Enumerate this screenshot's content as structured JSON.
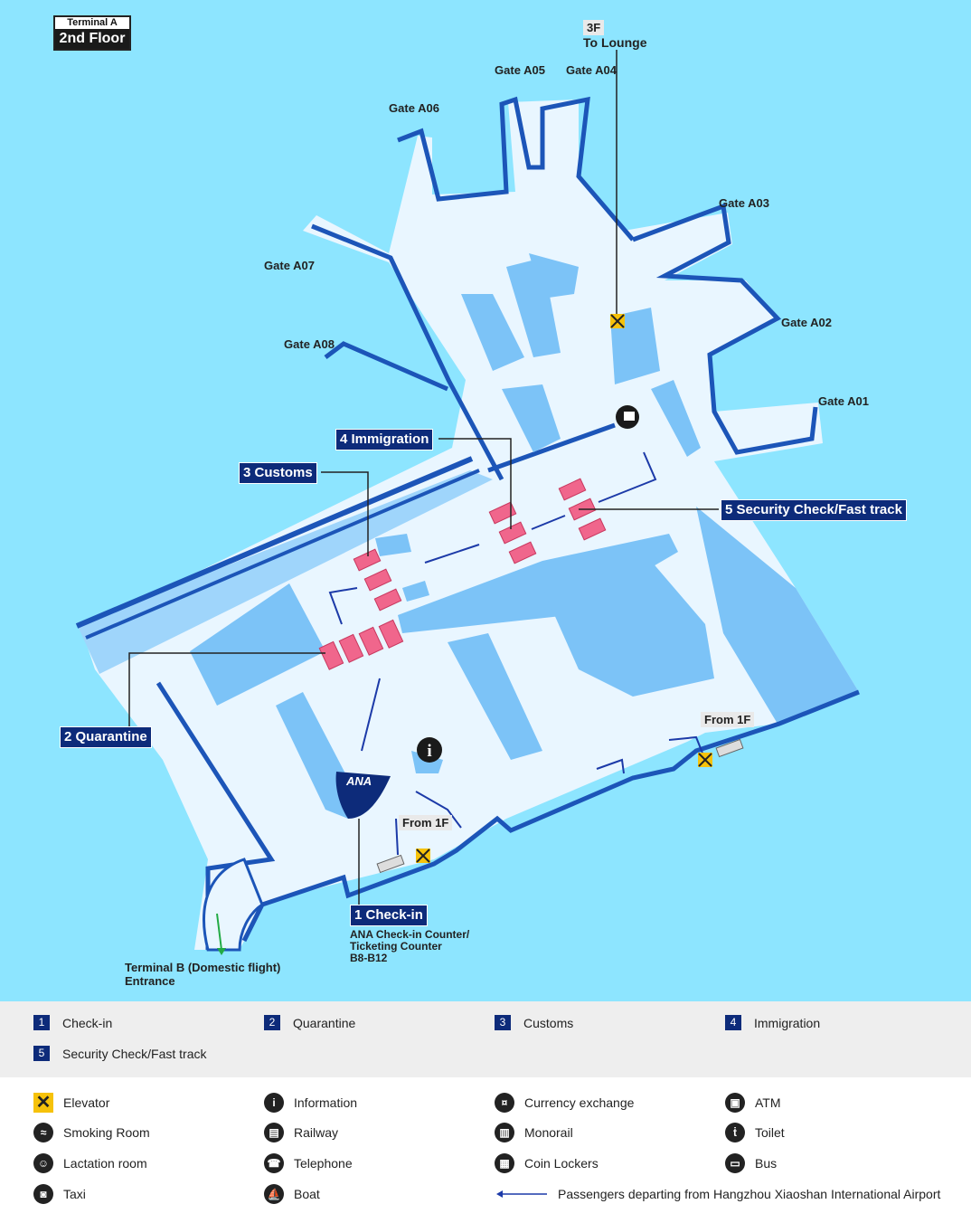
{
  "badge": {
    "terminal": "Terminal A",
    "floor": "2nd Floor"
  },
  "gates": [
    "Gate A01",
    "Gate A02",
    "Gate A03",
    "Gate A04",
    "Gate A05",
    "Gate A06",
    "Gate A07",
    "Gate A08"
  ],
  "labels": {
    "lounge_floor": "3F",
    "lounge": "To Lounge",
    "from1f": "From 1F",
    "terminal_b": "Terminal B (Domestic flight)\nEntrance",
    "checkin_note": "ANA Check-in Counter/\nTicketing Counter\nB8-B12",
    "ana": "ANA"
  },
  "steps": [
    {
      "num": "1",
      "label": "Check-in"
    },
    {
      "num": "2",
      "label": "Quarantine"
    },
    {
      "num": "3",
      "label": "Customs"
    },
    {
      "num": "4",
      "label": "Immigration"
    },
    {
      "num": "5",
      "label": "Security Check/Fast track"
    }
  ],
  "legend_icons": [
    {
      "icon": "elevator-icon",
      "label": "Elevator"
    },
    {
      "icon": "information-icon",
      "label": "Information"
    },
    {
      "icon": "currency-exchange-icon",
      "label": "Currency exchange"
    },
    {
      "icon": "atm-icon",
      "label": "ATM"
    },
    {
      "icon": "smoking-icon",
      "label": "Smoking Room"
    },
    {
      "icon": "railway-icon",
      "label": "Railway"
    },
    {
      "icon": "monorail-icon",
      "label": "Monorail"
    },
    {
      "icon": "toilet-icon",
      "label": "Toilet"
    },
    {
      "icon": "lactation-icon",
      "label": "Lactation room"
    },
    {
      "icon": "telephone-icon",
      "label": "Telephone"
    },
    {
      "icon": "coin-locker-icon",
      "label": "Coin Lockers"
    },
    {
      "icon": "bus-icon",
      "label": "Bus"
    },
    {
      "icon": "taxi-icon",
      "label": "Taxi"
    },
    {
      "icon": "boat-icon",
      "label": "Boat"
    }
  ],
  "route_legend": "Passengers departing from Hangzhou Xiaoshan International Airport",
  "colors": {
    "sea": "#8de5ff",
    "floor": "#e9f6ff",
    "wall": "#1c55b8",
    "block": "#7cc3f7",
    "step": "#0d2b7a",
    "counter": "#f0668c",
    "elevator": "#f6c20a"
  }
}
